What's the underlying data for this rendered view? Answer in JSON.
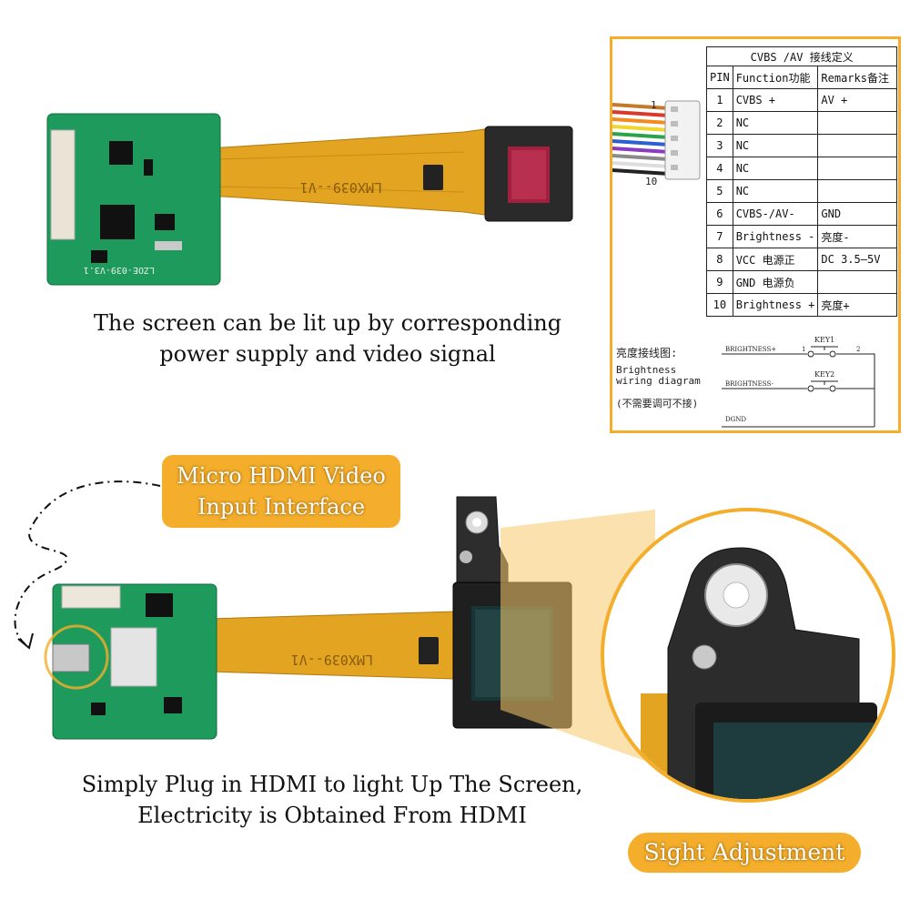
{
  "captions": {
    "top": "The screen can be lit up by corresponding power supply and video signal",
    "bottom": "Simply Plug in HDMI to light Up The Screen, Electricity is Obtained From HDMI"
  },
  "labels": {
    "hdmi": "Micro HDMI Video Input Interface",
    "sight": "Sight Adjustment"
  },
  "boards": {
    "top_marking": "LZOE-039-V3.1",
    "fpc_text": "LMX039--V1",
    "fpc_text_bottom": "LMX039--V1"
  },
  "pin_table": {
    "title": "CVBS /AV 接线定义",
    "headers": [
      "PIN",
      "Function功能",
      "Remarks备注"
    ],
    "rows": [
      {
        "pin": "1",
        "function": "CVBS +",
        "remark": "AV +"
      },
      {
        "pin": "2",
        "function": "NC",
        "remark": ""
      },
      {
        "pin": "3",
        "function": "NC",
        "remark": ""
      },
      {
        "pin": "4",
        "function": "NC",
        "remark": ""
      },
      {
        "pin": "5",
        "function": "NC",
        "remark": ""
      },
      {
        "pin": "6",
        "function": "CVBS-/AV-",
        "remark": "GND"
      },
      {
        "pin": "7",
        "function": "Brightness -",
        "remark": "亮度-"
      },
      {
        "pin": "8",
        "function": "VCC 电源正",
        "remark": "DC 3.5—5V"
      },
      {
        "pin": "9",
        "function": "GND 电源负",
        "remark": ""
      },
      {
        "pin": "10",
        "function": "Brightness +",
        "remark": "亮度+"
      }
    ],
    "connector_pin_first": "1",
    "connector_pin_last": "10"
  },
  "wiring": {
    "title_cn": "亮度接线图:",
    "title_en": "Brightness wiring diagram",
    "note_cn": "(不需要调可不接)",
    "line1": "BRIGHTNESS+",
    "line2": "BRIGHTNESS-",
    "line3": "DGND",
    "key1": "KEY1",
    "key2": "KEY2",
    "pin_a": "1",
    "pin_b": "2"
  },
  "colors": {
    "accent_orange": "#f4ae2b",
    "pcb_green": "#1e9a5c",
    "fpc_amber": "#e0a21e",
    "display_black": "#1b1b1b"
  }
}
